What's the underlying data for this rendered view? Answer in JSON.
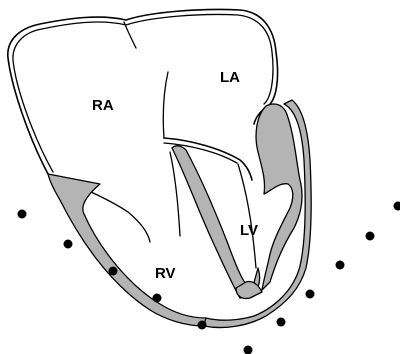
{
  "chambers": {
    "ra": "RA",
    "la": "LA",
    "rv": "RV",
    "lv": "LV"
  },
  "colors": {
    "outline": "#000000",
    "wall_fill": "#b4b4b4",
    "dot": "#000000",
    "background": "#ffffff"
  },
  "probe_dots": {
    "left_row_count": 6,
    "right_row_count": 6
  }
}
